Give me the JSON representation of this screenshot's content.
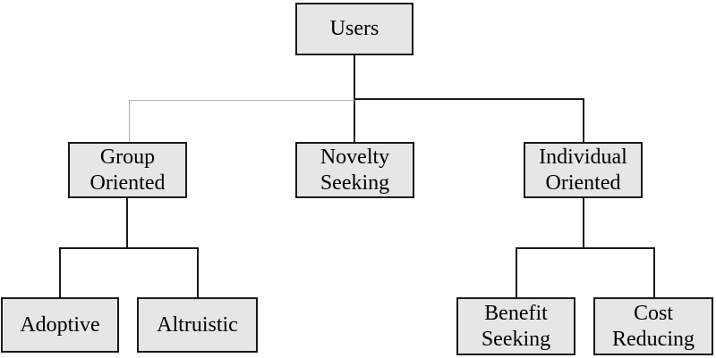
{
  "diagram": {
    "type": "tree",
    "nodes": {
      "users": {
        "label": "Users"
      },
      "group_oriented": {
        "label": "Group Oriented"
      },
      "novelty_seeking": {
        "label": "Novelty Seeking"
      },
      "individual_oriented": {
        "label": "Individual Oriented"
      },
      "adoptive": {
        "label": "Adoptive"
      },
      "altruistic": {
        "label": "Altruistic"
      },
      "benefit_seeking": {
        "label": "Benefit Seeking"
      },
      "cost_reducing": {
        "label": "Cost Reducing"
      }
    },
    "hierarchy": {
      "Users": {
        "Group Oriented": [
          "Adoptive",
          "Altruistic"
        ],
        "Novelty Seeking": [],
        "Individual Oriented": [
          "Benefit Seeking",
          "Cost Reducing"
        ]
      }
    },
    "colors": {
      "box_fill": "#e6e6e6",
      "box_border": "#1a1a1a",
      "connector": "#1a1a1a",
      "connector_light": "#b3b3b3"
    }
  }
}
